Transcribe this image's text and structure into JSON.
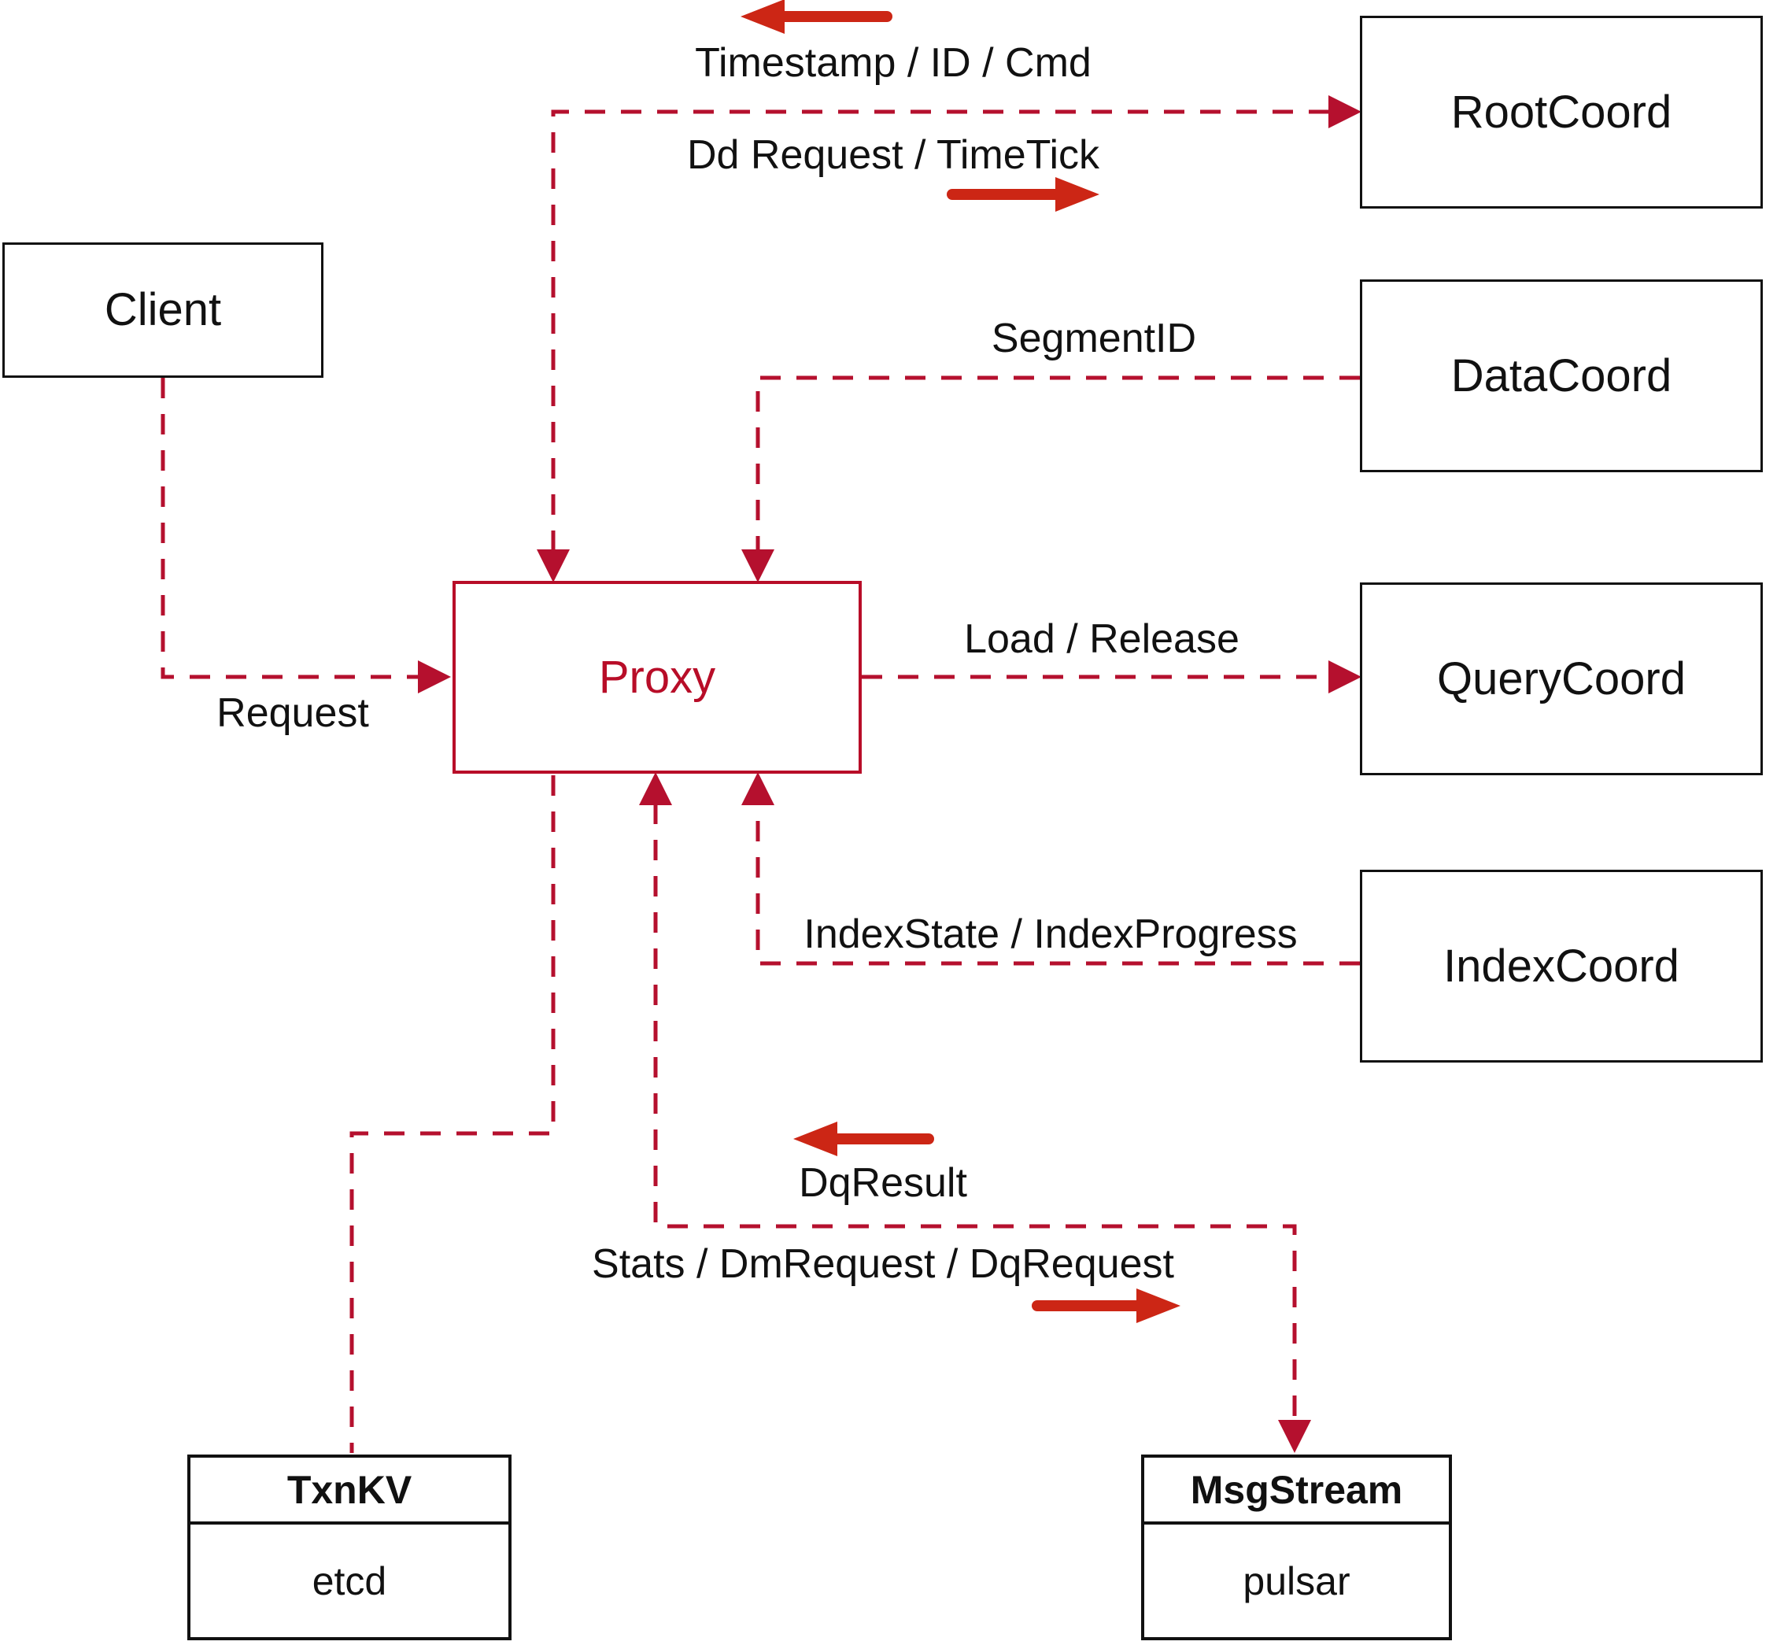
{
  "diagram": {
    "nodes": {
      "client": {
        "label": "Client"
      },
      "root_coord": {
        "label": "RootCoord"
      },
      "data_coord": {
        "label": "DataCoord"
      },
      "query_coord": {
        "label": "QueryCoord"
      },
      "index_coord": {
        "label": "IndexCoord"
      },
      "proxy": {
        "label": "Proxy"
      },
      "txn_kv": {
        "title": "TxnKV",
        "subtitle": "etcd"
      },
      "msg_stream": {
        "title": "MsgStream",
        "subtitle": "pulsar"
      }
    },
    "edge_labels": {
      "timestamp": "Timestamp / ID / Cmd",
      "dd_request": "Dd Request / TimeTick",
      "segment_id": "SegmentID",
      "load_release": "Load / Release",
      "index_state": "IndexState / IndexProgress",
      "request": "Request",
      "dq_result": "DqResult",
      "stats": "Stats / DmRequest / DqRequest"
    },
    "colors": {
      "dashed_line": "#B5102E",
      "solid_arrow": "#CC2615",
      "node_border": "#111111",
      "proxy_accent": "#B80D28",
      "text": "#111111",
      "background": "#FFFFFF"
    }
  }
}
